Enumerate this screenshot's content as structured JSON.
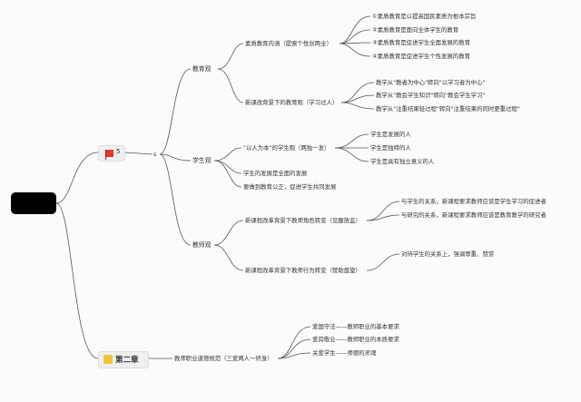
{
  "root": {
    "label": ""
  },
  "node5": {
    "label": "5"
  },
  "dot": "s",
  "chapter2": {
    "label": "第二章"
  },
  "edu_view": {
    "label": "教育观",
    "connotation": {
      "label": "素质教育内涵（提索个性创两全）",
      "items": [
        "①素质教育是以提高国民素质为根本宗旨",
        "②素质教育是面向全体学生的教育",
        "③素质教育是促进学生全面发展的教育",
        "④素质教育是促进学生个性发展的教育"
      ]
    },
    "reform": {
      "label": "新课改背景下的教育观（学习过人）",
      "items": [
        "教学从\"教者为中心\"转向\"以学习者为中心\"",
        "教学从\"教会学生知识\"转向\"教会学生学习\"",
        "教学从\"注重结果轻过程\"转向\"注重结果的同时更重过程\""
      ]
    }
  },
  "student_view": {
    "label": "学生观",
    "people": {
      "label": "\"以人为本\"的学生观（两独一发）",
      "items": [
        "学生是发展的人",
        "学生是独特的人",
        "学生是具有独立意义的人"
      ]
    },
    "all_round": "学生的发展是全面的发展",
    "fair": "要做到教育公正，促进学生共同发展"
  },
  "teacher_view": {
    "label": "教师观",
    "role": {
      "label": "新课程改革背景下教师角色转变（见醒放监）",
      "items": [
        "与学生的关系，新课程要求教师应该是学生学习的促进者",
        "与研究的关系，新课程要求教师应该是教育教学的研究者"
      ]
    },
    "behavior": {
      "label": "新课程改革背景下教师行为转变（赞助盘旋）",
      "items": [
        "对待学生的关系上，强调尊重、赞赏"
      ]
    }
  },
  "ethics": {
    "label": "教师职业道德规范（三爱两人一终身）",
    "items": [
      "爱国守法——教师职业的基本要求",
      "爱岗敬业——教师职业的本质要求",
      "关爱学生——师德的灵魂"
    ]
  }
}
